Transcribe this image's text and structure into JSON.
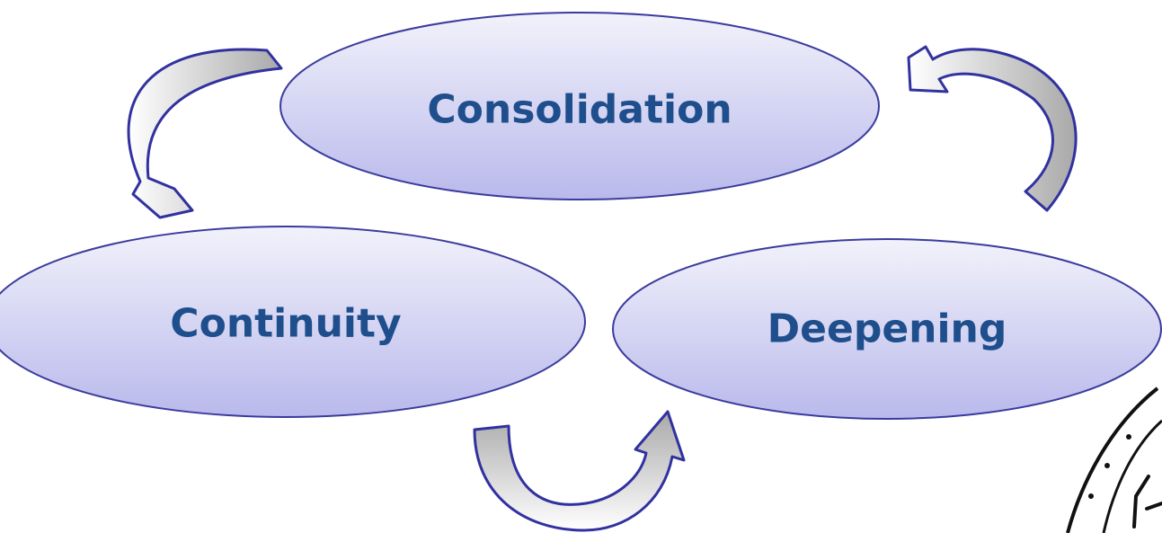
{
  "diagram": {
    "nodes": {
      "consolidation": {
        "label": "Consolidation"
      },
      "continuity": {
        "label": "Continuity"
      },
      "deepening": {
        "label": "Deepening"
      }
    },
    "edges": [
      {
        "from": "consolidation",
        "to": "continuity"
      },
      {
        "from": "continuity",
        "to": "deepening"
      },
      {
        "from": "deepening",
        "to": "consolidation"
      }
    ]
  },
  "colors": {
    "ellipse_fill_top": "#f2f2fb",
    "ellipse_fill_bottom": "#b9b9ec",
    "ellipse_stroke": "#3b3b9e",
    "label_text": "#1f4e8c",
    "arrow_fill_light": "#ffffff",
    "arrow_fill_dark": "#a9a9a9",
    "arrow_stroke": "#3131a0"
  }
}
